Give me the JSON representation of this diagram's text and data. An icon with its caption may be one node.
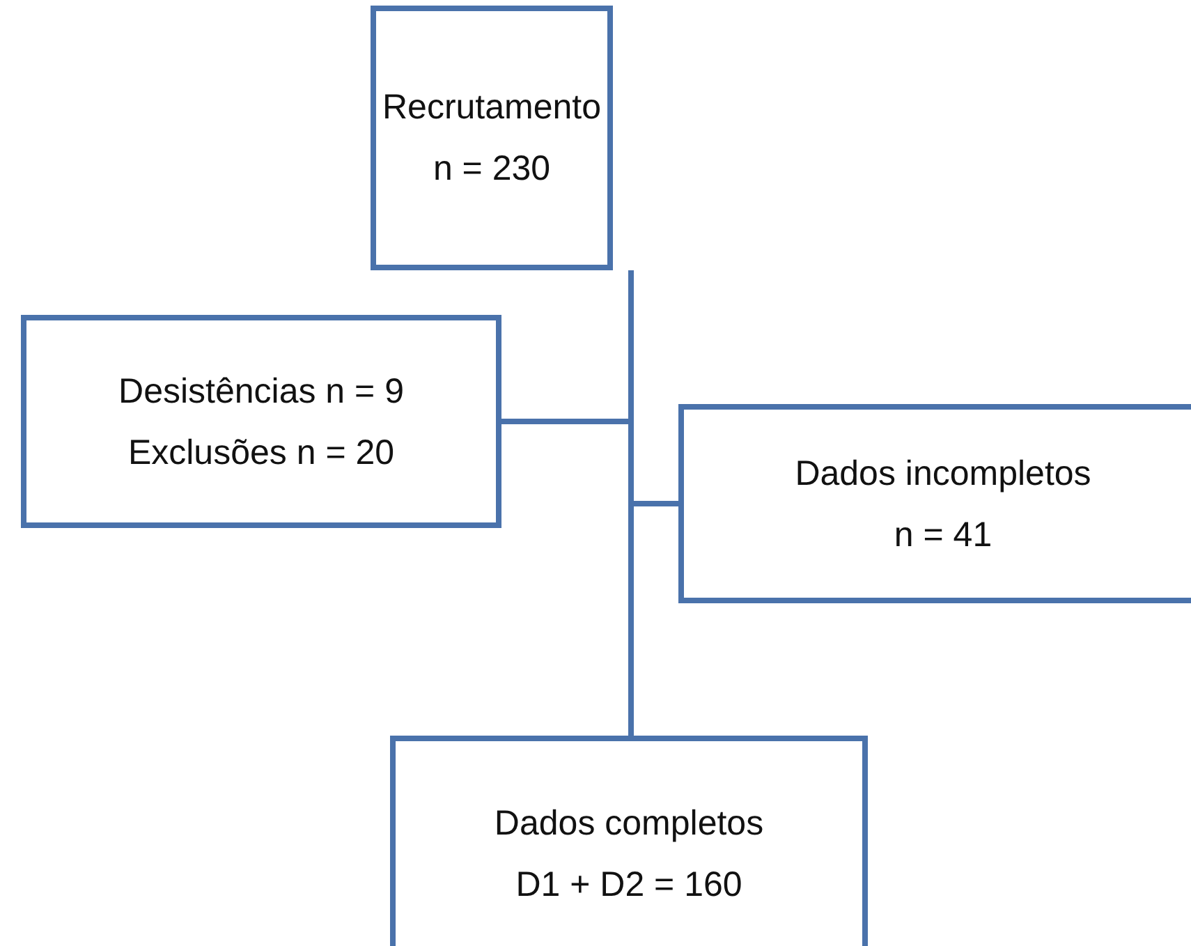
{
  "diagram": {
    "nodes": [
      {
        "text": [
          "Recrutamento",
          "n = 230"
        ]
      },
      {
        "text": [
          "Desistências n = 9",
          "Exclusões n = 20"
        ]
      },
      {
        "text": [
          "Dados incompletos",
          "n = 41"
        ]
      },
      {
        "text": [
          "Dados completos",
          "D1 + D2 = 160"
        ]
      }
    ],
    "edges": [
      {
        "from": 0,
        "to": 1,
        "arrow": "none"
      },
      {
        "from": 0,
        "to": 2,
        "arrow": "none"
      },
      {
        "from": 0,
        "to": 3,
        "arrow": "none"
      }
    ]
  }
}
